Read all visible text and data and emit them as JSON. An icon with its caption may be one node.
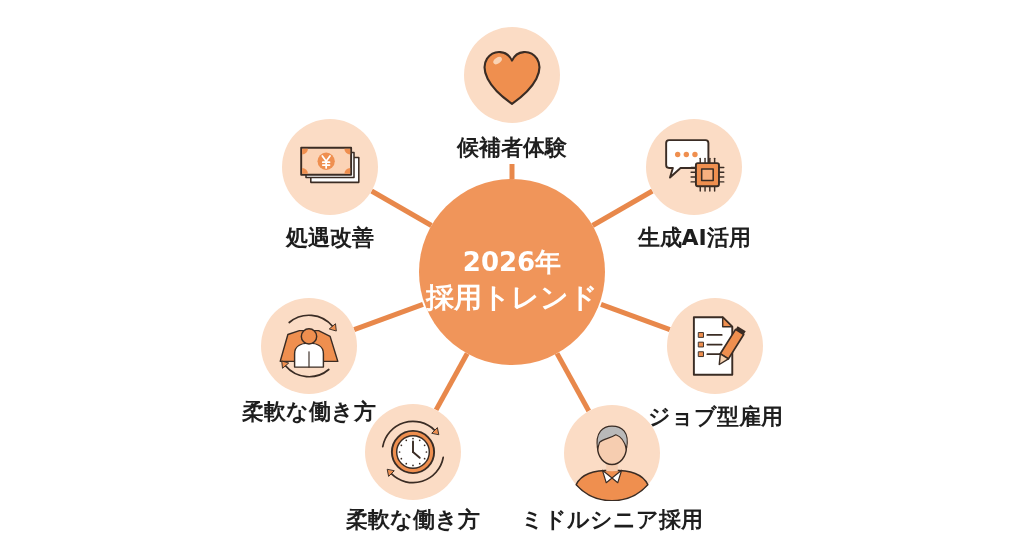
{
  "diagram": {
    "nodes": [
      {
        "text": [
          "2026年",
          "採用トレンド"
        ]
      },
      {
        "text": [
          "候補者体験"
        ]
      },
      {
        "text": [
          "生成AI活用"
        ]
      },
      {
        "text": [
          "ジョブ型雇用"
        ]
      },
      {
        "text": [
          "ミドルシニア採用"
        ]
      },
      {
        "text": [
          "柔軟な働き方"
        ]
      },
      {
        "text": [
          "柔軟な働き方"
        ]
      },
      {
        "text": [
          "処遇改善"
        ]
      }
    ],
    "edges": [
      {
        "from": 0,
        "to": 1,
        "arrow": "none"
      },
      {
        "from": 0,
        "to": 2,
        "arrow": "none"
      },
      {
        "from": 0,
        "to": 3,
        "arrow": "none"
      },
      {
        "from": 0,
        "to": 4,
        "arrow": "none"
      },
      {
        "from": 0,
        "to": 5,
        "arrow": "none"
      },
      {
        "from": 0,
        "to": 6,
        "arrow": "none"
      },
      {
        "from": 0,
        "to": 7,
        "arrow": "none"
      }
    ]
  }
}
